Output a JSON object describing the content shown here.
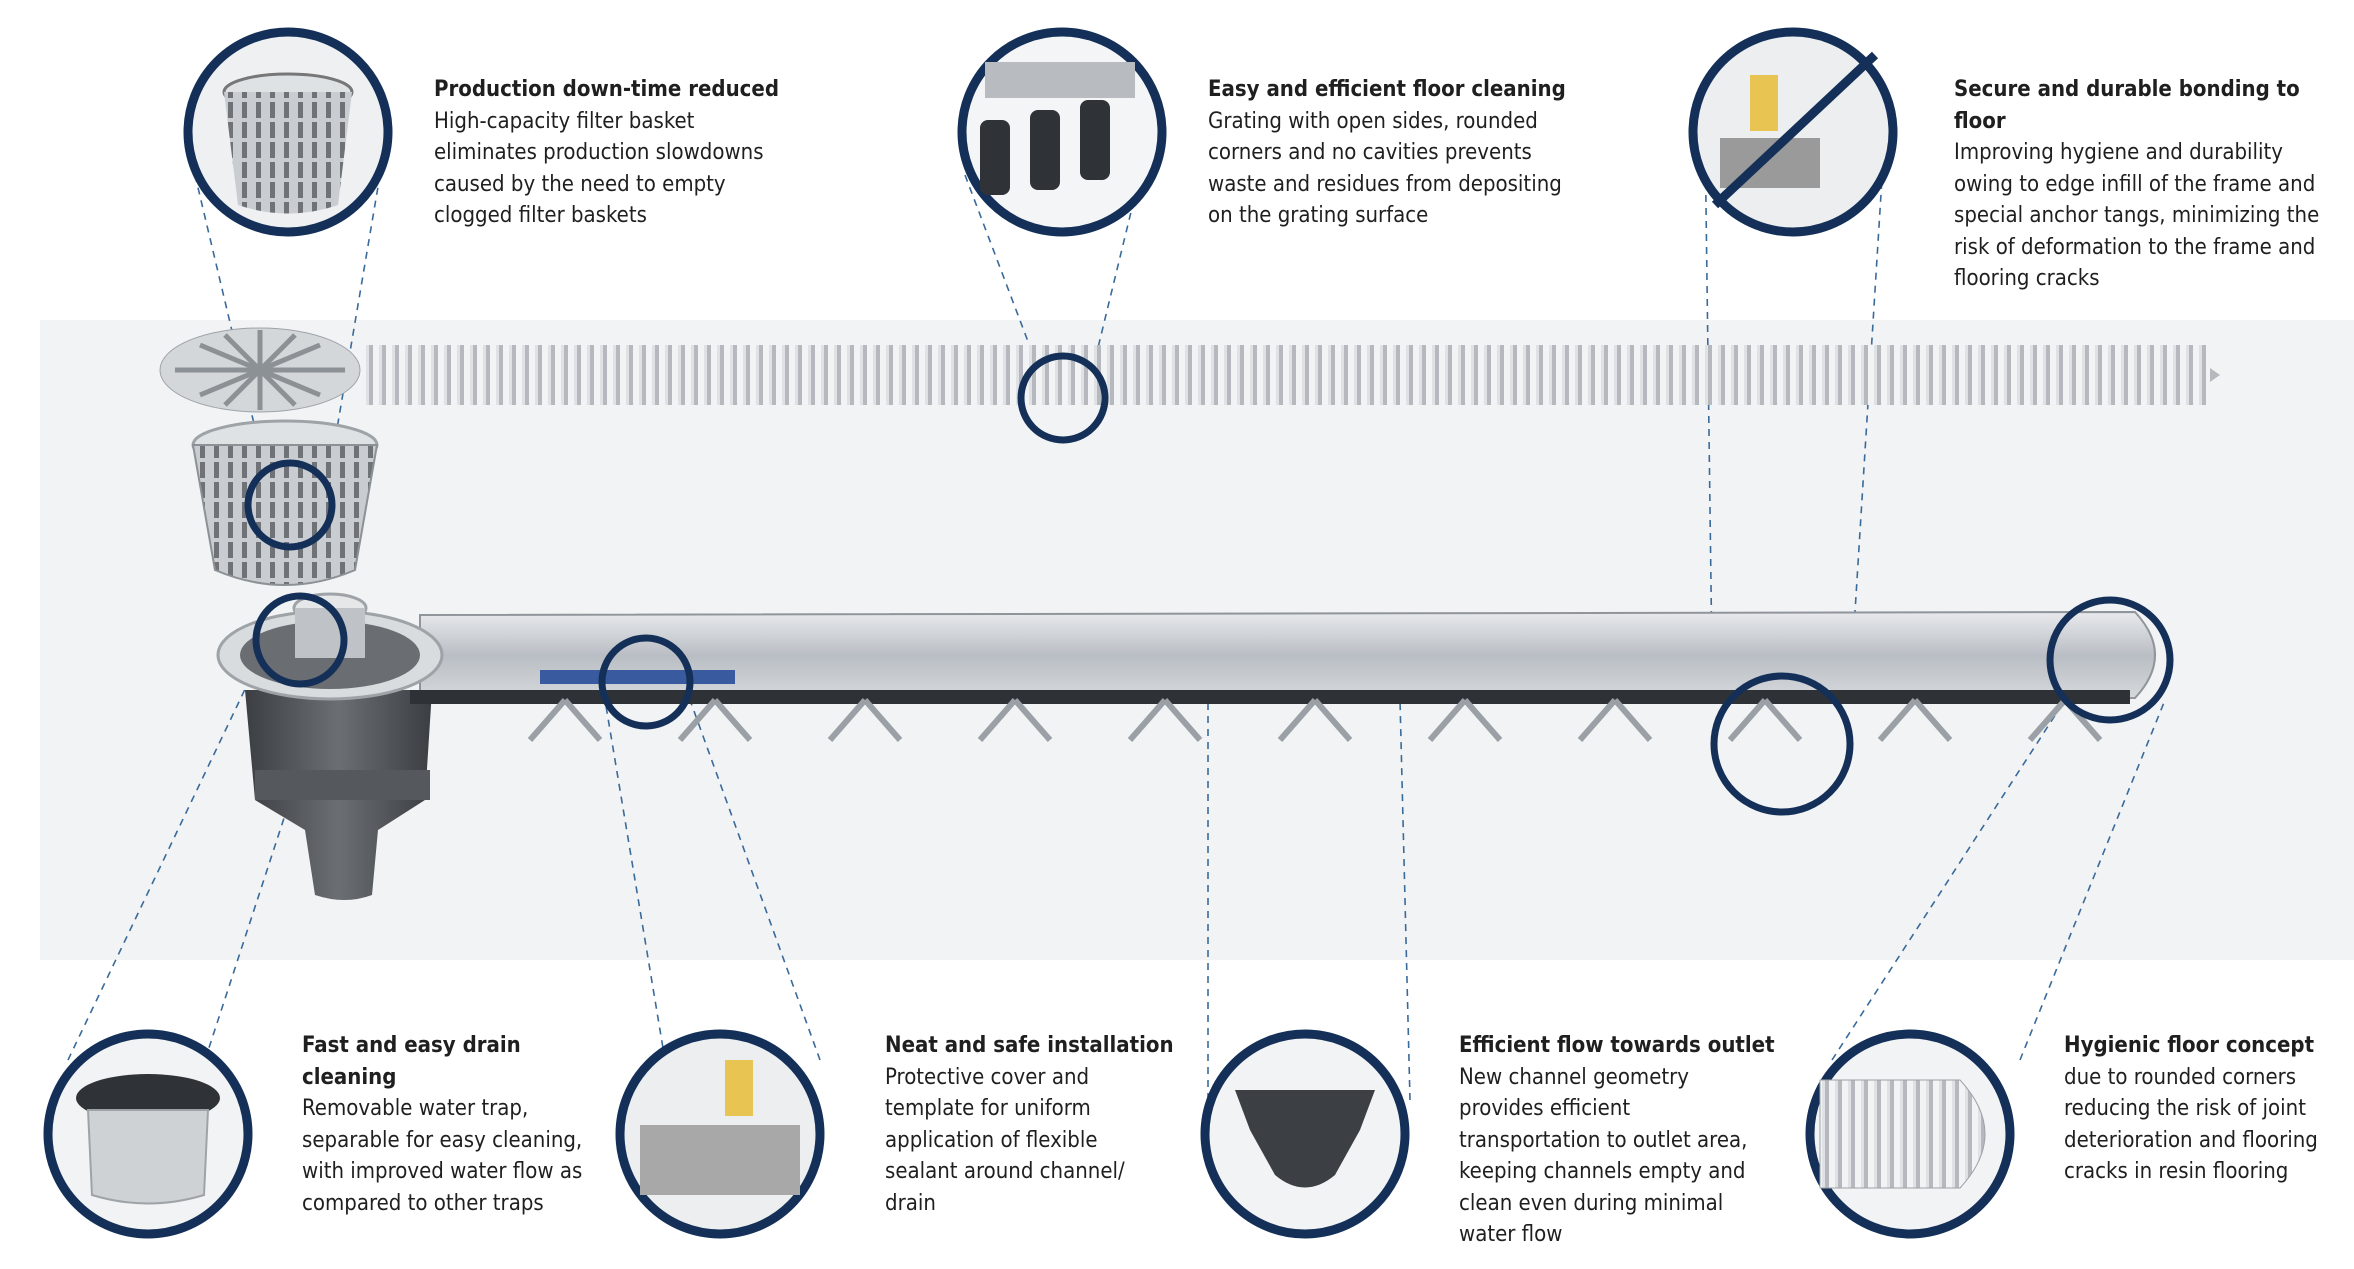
{
  "colors": {
    "navy": "#143058",
    "steel": "#c9ced3",
    "dark": "#4a4d52",
    "bg": "#f2f3f4"
  },
  "callouts": {
    "basket": {
      "title": "Production down-time reduced",
      "text": "High-capacity filter basket\neliminates production slowdowns\ncaused by the need to empty\nclogged filter baskets"
    },
    "grating": {
      "title": "Easy and efficient floor cleaning",
      "text": "Grating with open sides, rounded\ncorners and no cavities prevents\nwaste and residues from depositing\non the grating surface"
    },
    "bonding": {
      "title": "Secure and durable bonding to\nfloor",
      "text": "Improving hygiene and durability\nowing to edge infill of the frame and\nspecial anchor tangs, minimizing the\nrisk of deformation to the frame and\nflooring cracks"
    },
    "drain": {
      "title": "Fast and easy drain\ncleaning",
      "text": "Removable water trap,\nseparable for easy cleaning,\nwith improved water flow as\ncompared to other traps"
    },
    "install": {
      "title": "Neat and safe installation",
      "text": "Protective cover and\ntemplate for uniform\napplication of flexible\nsealant around channel/\ndrain"
    },
    "flow": {
      "title": "Efficient flow towards outlet",
      "text": "New channel geometry\nprovides efficient\ntransportation to outlet area,\nkeeping channels empty and\nclean even during minimal\nwater flow"
    },
    "hygiene": {
      "title": "Hygienic floor concept",
      "text": "due to rounded corners\nreducing the risk of joint\ndeterioration and flooring\ncracks in resin flooring"
    }
  }
}
